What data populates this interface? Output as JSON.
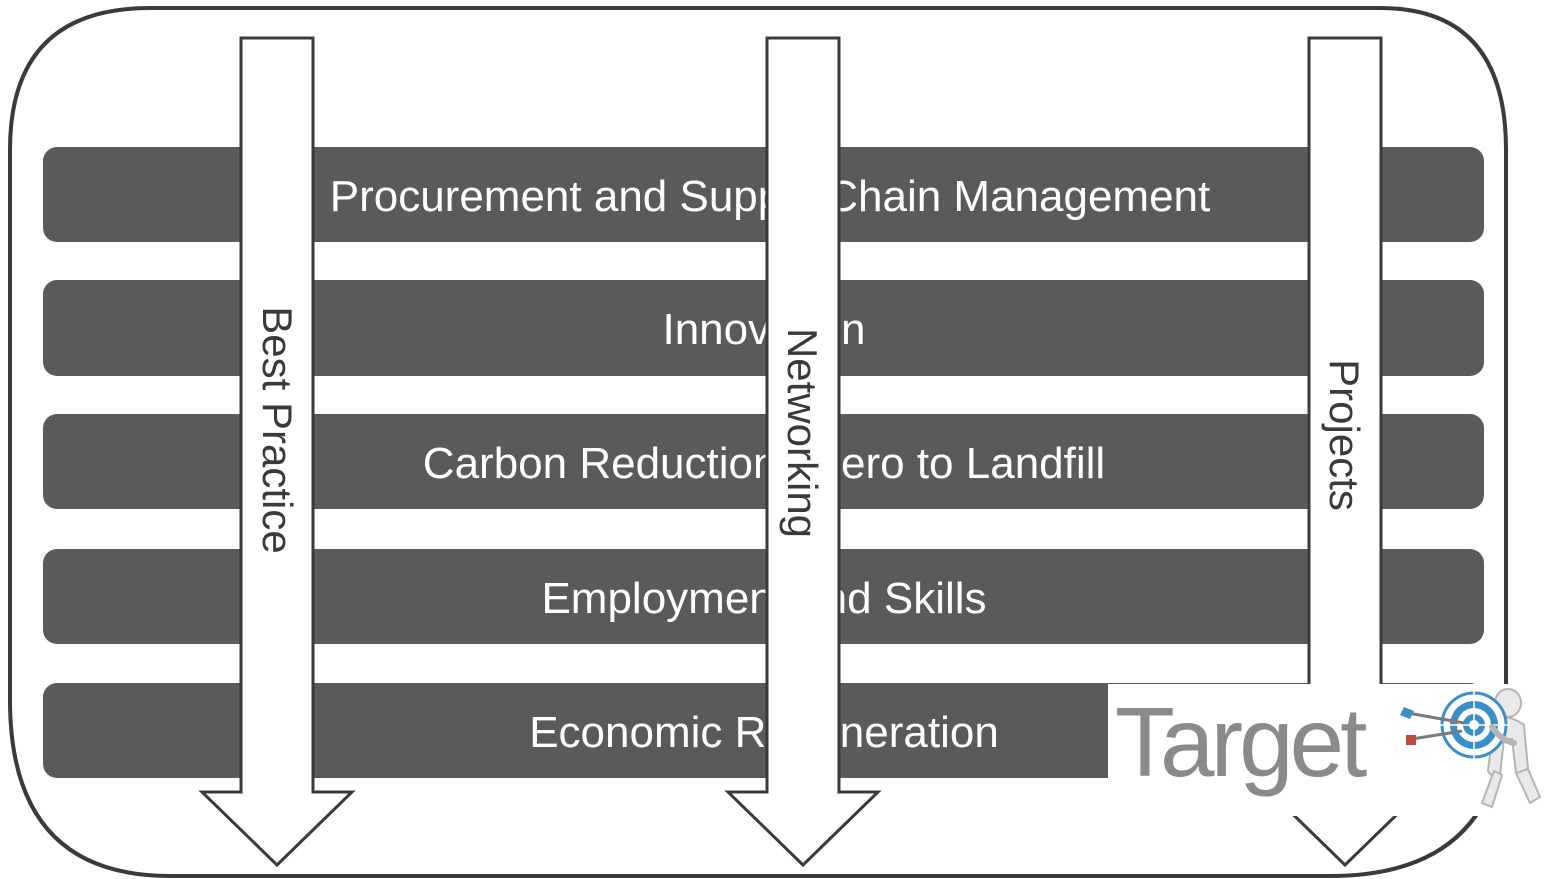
{
  "bands": [
    {
      "label": "Procurement and Supply Chain Management"
    },
    {
      "label": "Innovation"
    },
    {
      "label": "Carbon Reduction / Zero to Landfill"
    },
    {
      "label": "Employment and Skills"
    },
    {
      "label": "Economic Regeneration"
    }
  ],
  "arrows": [
    {
      "label": "Best Practice"
    },
    {
      "label": "Networking"
    },
    {
      "label": "Projects"
    }
  ],
  "logo": {
    "text": "Target",
    "icon": "dartboard-figure-icon"
  },
  "colors": {
    "band": "#5a5a5a",
    "frame": "#3a3a3a",
    "arrow_fill": "#ffffff",
    "arrow_stroke": "#3a3a3a",
    "logo_text": "#8a8a8a",
    "target_blue": "#3a8fc7"
  }
}
